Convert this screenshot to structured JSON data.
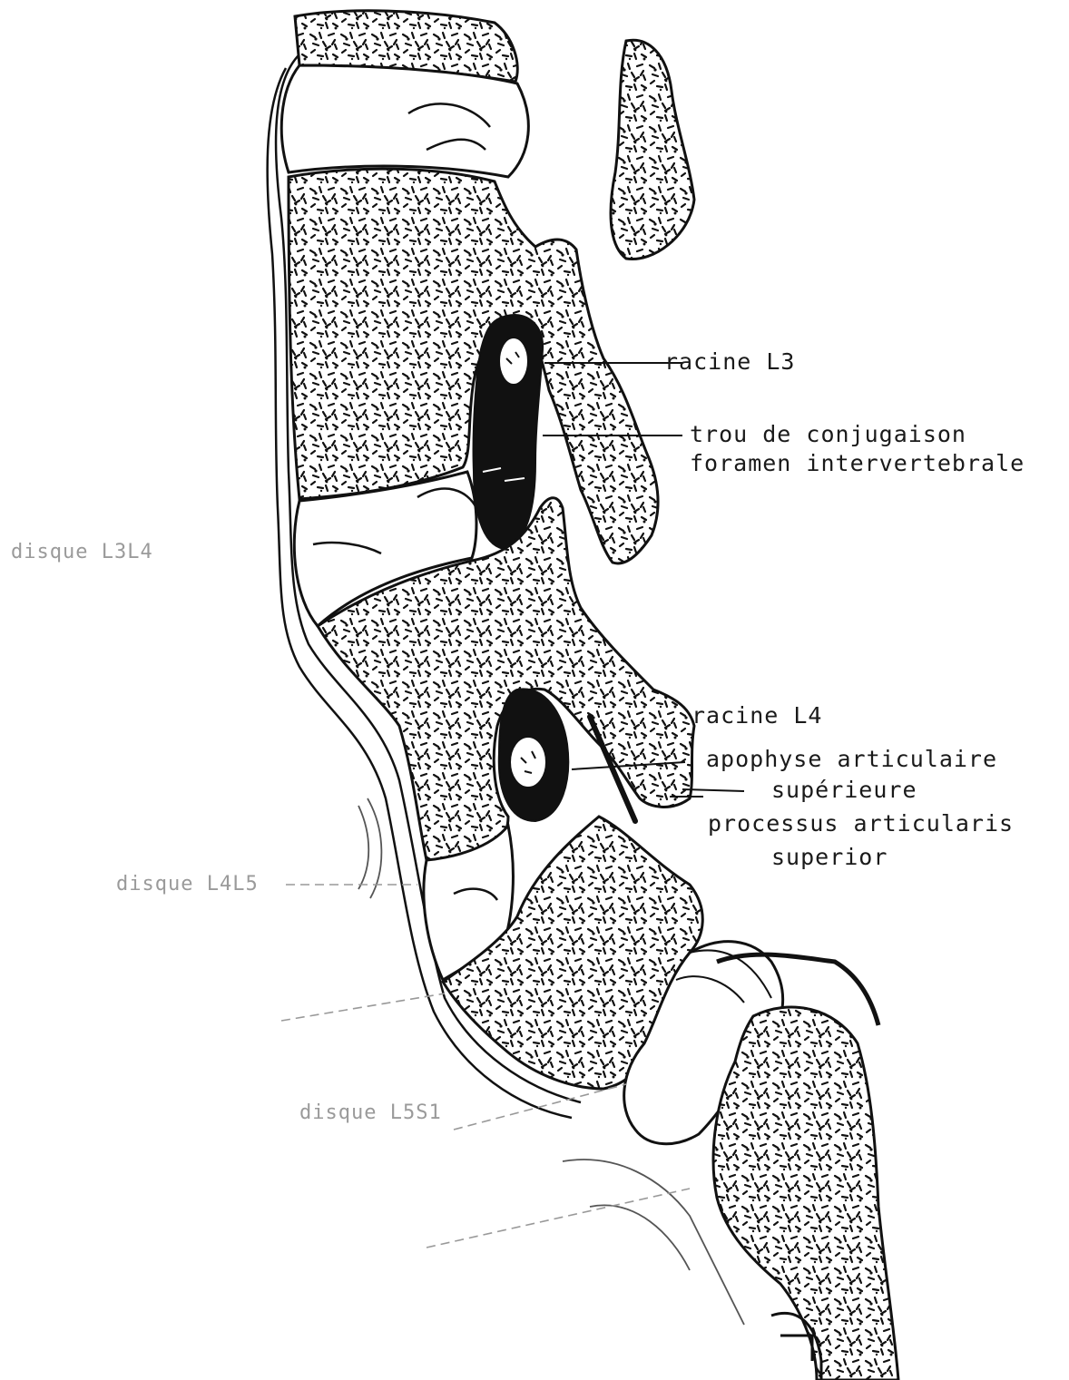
{
  "labels": {
    "racine_l3": "racine L3",
    "trou_conjugaison": "trou de conjugaison",
    "foramen": "foramen intervertebrale",
    "disque_upper": "disque L3L4",
    "racine_l4": "racine L4",
    "apophyse": "apophyse articulaire",
    "superieure": "supérieure",
    "processus": "processus articularis",
    "superior": "superior",
    "disque_mid": "disque L4L5",
    "disque_low": "disque L5S1"
  },
  "colors": {
    "ink": "#111111",
    "faint": "#9a9a9a",
    "background": "#ffffff"
  }
}
